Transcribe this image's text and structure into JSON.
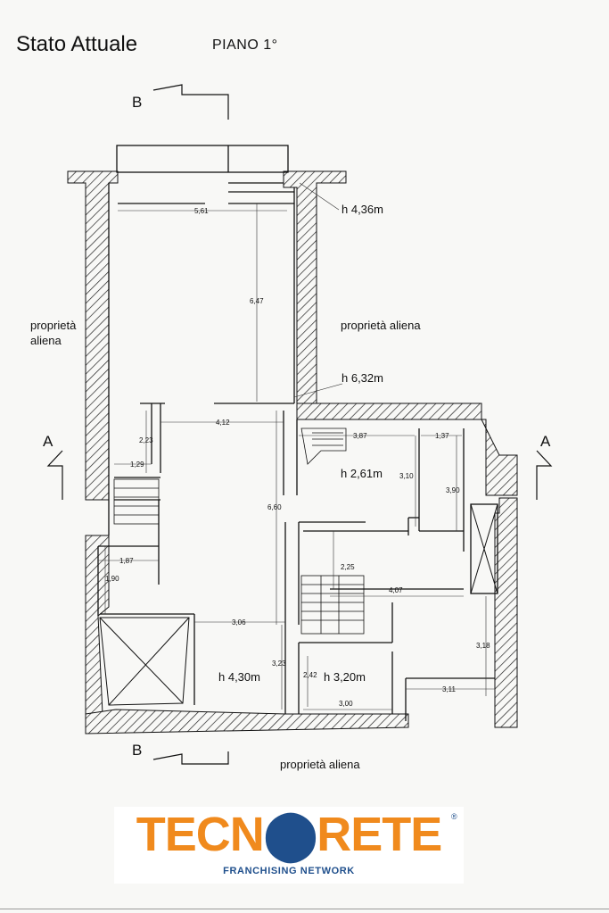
{
  "header": {
    "title": "Stato Attuale",
    "floor": "PIANO 1°"
  },
  "sections": {
    "b_top": "B",
    "b_bottom": "B",
    "a_left": "A",
    "a_right": "A"
  },
  "labels": {
    "left_property": "proprietà\naliena",
    "right_property": "proprietà aliena",
    "bottom_property": "proprietà aliena"
  },
  "heights": {
    "h1": "h 4,36m",
    "h2": "h 6,32m",
    "h3": "h 2,61m",
    "h4": "h 4,30m",
    "h5": "h 3,20m"
  },
  "dimensions": {
    "d561": "5,61",
    "d647": "6,47",
    "d412": "4,12",
    "d223": "2,23",
    "d129": "1,29",
    "d387": "3,87",
    "d137": "1,37",
    "d310": "3,10",
    "d390": "3,90",
    "d660": "6,60",
    "d187": "1,87",
    "d190": "1,90",
    "d225": "2,25",
    "d407": "4,07",
    "d306": "3,06",
    "d318": "3,18",
    "d323": "3,23",
    "d242": "2,42",
    "d311": "3,11",
    "d300": "3,00"
  },
  "logo": {
    "brand_part1": "TECN",
    "brand_part2": "RETE",
    "registered": "®",
    "tagline": "FRANCHISING NETWORK",
    "colors": {
      "orange": "#f08a1d",
      "blue": "#1f4f8c"
    }
  }
}
